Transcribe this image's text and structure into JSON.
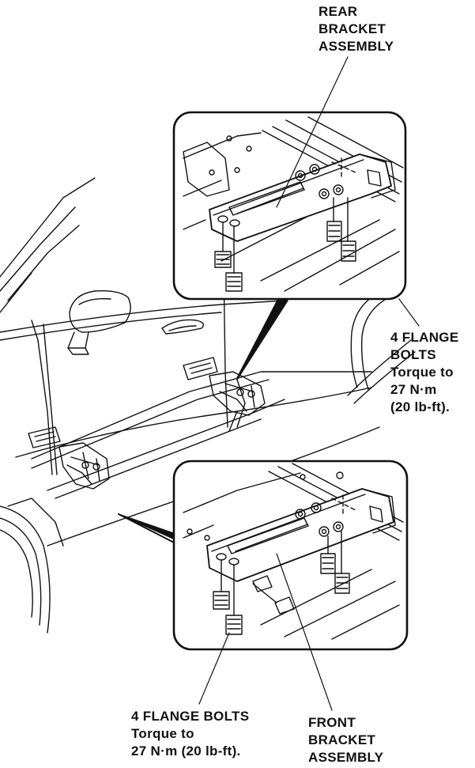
{
  "labels": {
    "rear_bracket": [
      "REAR",
      "BRACKET",
      "ASSEMBLY"
    ],
    "flange_bolts_right": [
      "4 FLANGE",
      "BOLTS",
      "Torque to",
      "27 N·m",
      "(20 lb-ft)."
    ],
    "flange_bolts_bottom": [
      "4 FLANGE BOLTS",
      "Torque to",
      "27 N·m (20 lb-ft)."
    ],
    "front_bracket": [
      "FRONT",
      "BRACKET",
      "ASSEMBLY"
    ]
  },
  "colors": {
    "line": "#111111",
    "background": "#ffffff"
  }
}
